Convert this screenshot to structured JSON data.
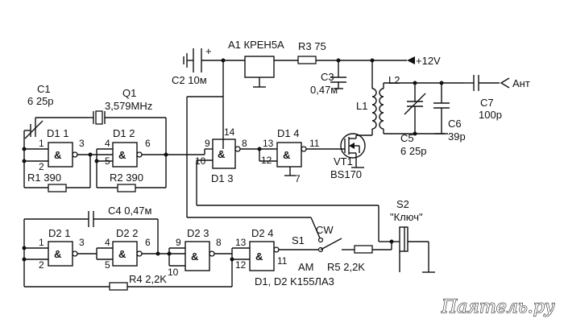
{
  "components": {
    "A1": "A1 КРЕН5А",
    "R3": "R3 75",
    "C2": "C2 10м",
    "C3_name": "C3",
    "C3_val": "0,47м",
    "supply": "+12V",
    "L1": "L1",
    "L2": "L2",
    "C7_name": "C7",
    "C7_val": "100p",
    "ant": "Ант",
    "C5_name": "C5",
    "C5_val": "6  25p",
    "C6_name": "C6",
    "C6_val": "39p",
    "C1_name": "C1",
    "C1_val": "6  25p",
    "Q1_name": "Q1",
    "Q1_val": "3,579MHz",
    "D1_1": "D1 1",
    "D1_2": "D1 2",
    "D1_3": "D1 3",
    "D1_4": "D1 4",
    "R1": "R1 390",
    "R2": "R2 390",
    "VT1_name": "VT1",
    "VT1_val": "BS170",
    "S2_name": "S2",
    "S2_val": "\"Ключ\"",
    "C4": "C4 0,47м",
    "D2_1": "D2 1",
    "D2_2": "D2 2",
    "D2_3": "D2 3",
    "D2_4": "D2 4",
    "S1": "S1",
    "CW": "CW",
    "AM": "AM",
    "R5": "R5 2,2K",
    "R4": "R4 2,2K",
    "chips": "D1, D2 K155ЛA3",
    "plus": "+",
    "and_symbol": "&"
  },
  "pins": {
    "p1": "1",
    "p2": "2",
    "p3": "3",
    "p4": "4",
    "p5": "5",
    "p6": "6",
    "p7": "7",
    "p8": "8",
    "p9": "9",
    "p10": "10",
    "p11": "11",
    "p12": "12",
    "p13": "13",
    "p14": "14"
  },
  "watermark": "Паятель.ру"
}
